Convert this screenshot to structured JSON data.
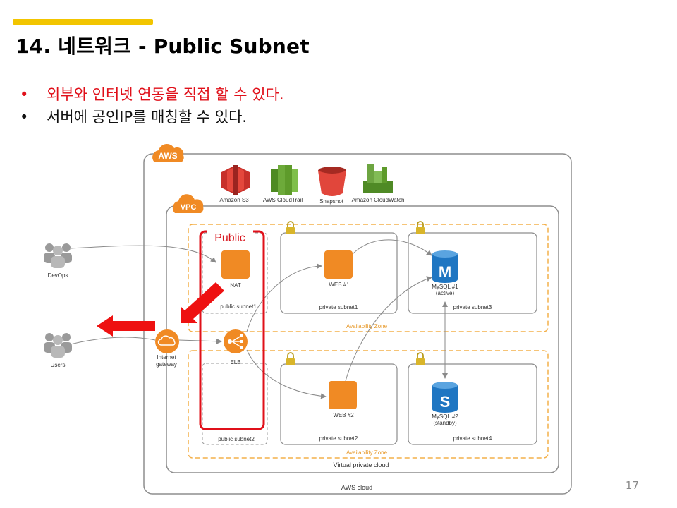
{
  "slide": {
    "title": "14. 네트워크  - Public Subnet",
    "bullets": [
      {
        "text": "외부와 인터넷 연동을 직접 할 수 있다.",
        "color": "#e0101a"
      },
      {
        "text": "서버에 공인IP를 매칭할 수 있다.",
        "color": "#111111"
      }
    ],
    "bullet_glyph": "•",
    "page_number": "17",
    "accent_color": "#f2c500"
  },
  "diagram": {
    "aws_badge": "AWS",
    "vpc_badge": "VPC",
    "aws_cloud_label": "AWS cloud",
    "vpc_label": "Virtual private cloud",
    "availability_zone_label": "Availability Zone",
    "public_label": "Public",
    "services": [
      {
        "label": "Amazon S3",
        "icon": "s3-bucket-icon",
        "color": "#d9332a"
      },
      {
        "label": "AWS CloudTrail",
        "icon": "cloudtrail-icon",
        "color": "#5e9b2b"
      },
      {
        "label": "Snapshot",
        "icon": "snapshot-bucket-icon",
        "color": "#e1463b"
      },
      {
        "label": "Amazon CloudWatch",
        "icon": "cloudwatch-icon",
        "color": "#6da541"
      }
    ],
    "actors": {
      "devops": "DevOps",
      "users": "Users"
    },
    "gateway_label_line1": "Internet",
    "gateway_label_line2": "gateway",
    "elb_label": "ELB",
    "nat_label": "NAT",
    "web1_label": "WEB #1",
    "web2_label": "WEB #2",
    "mysql1_label_line1": "MySQL #1",
    "mysql1_label_line2": "(active)",
    "mysql1_letter": "M",
    "mysql2_label_line1": "MySQL #2",
    "mysql2_label_line2": "(standby)",
    "mysql2_letter": "S",
    "subnets": {
      "public1": "public subnet1",
      "public2": "public subnet2",
      "private1": "private subnet1",
      "private2": "private subnet2",
      "private3": "private subnet3",
      "private4": "private subnet4"
    },
    "colors": {
      "orange": "#f08a24",
      "az_dash": "#f4b04a",
      "red_arrow": "#ee1111",
      "db_blue": "#1f76c2",
      "person_gray": "#9a9a9a"
    }
  }
}
